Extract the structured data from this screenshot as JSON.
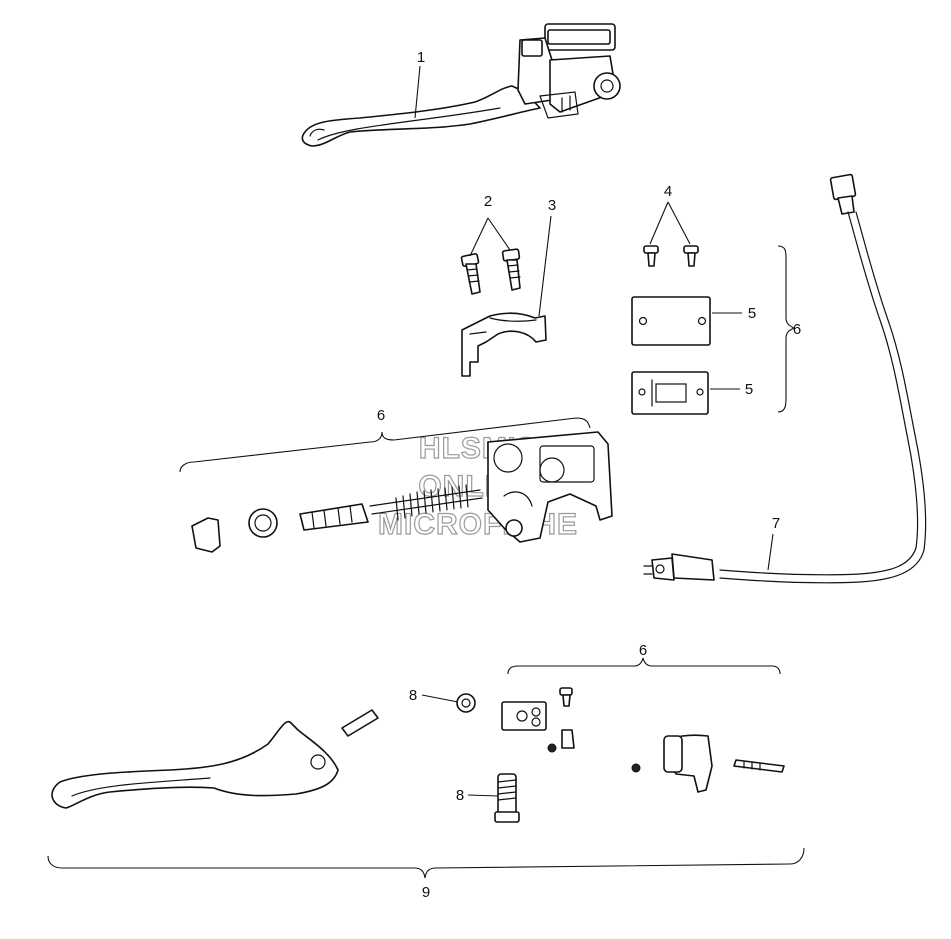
{
  "watermark": {
    "line1": "HLSM'S",
    "line2": "ONLINE",
    "line3": "MICROFICHE"
  },
  "callouts": {
    "c1": "1",
    "c2": "2",
    "c3": "3",
    "c4": "4",
    "c5a": "5",
    "c5b": "5",
    "c6_right": "6",
    "c6_mid": "6",
    "c6_bottom": "6",
    "c7": "7",
    "c8a": "8",
    "c8b": "8",
    "c9": "9"
  }
}
